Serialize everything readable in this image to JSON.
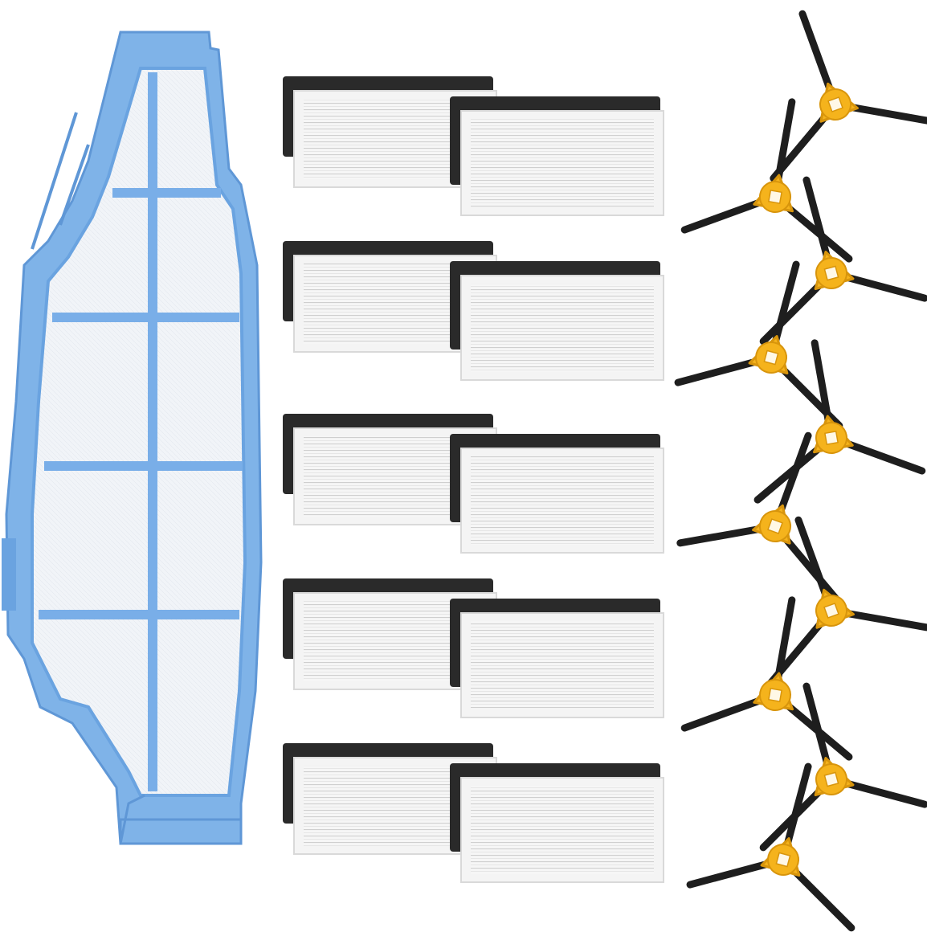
{
  "colors": {
    "background": "#ffffff",
    "primary_filter_frame": "#7fb3e8",
    "primary_filter_frame_dark": "#5f97d6",
    "primary_filter_mesh": "#eef2f7",
    "foam_pad": "#2a2a2a",
    "hepa_frame": "#f4f4f4",
    "hepa_pleat": "#d2d2d2",
    "brush_arm": "#1e1e1e",
    "brush_hub": "#f5b31c",
    "brush_hub_dark": "#d8950c"
  },
  "items": {
    "primary_filter": {
      "count": 1,
      "icon": "primary-filter-icon"
    },
    "hepa_filter_sets": {
      "count": 10,
      "icon": "hepa-filter-icon"
    },
    "side_brushes": {
      "count": 10,
      "icon": "side-brush-icon"
    }
  }
}
